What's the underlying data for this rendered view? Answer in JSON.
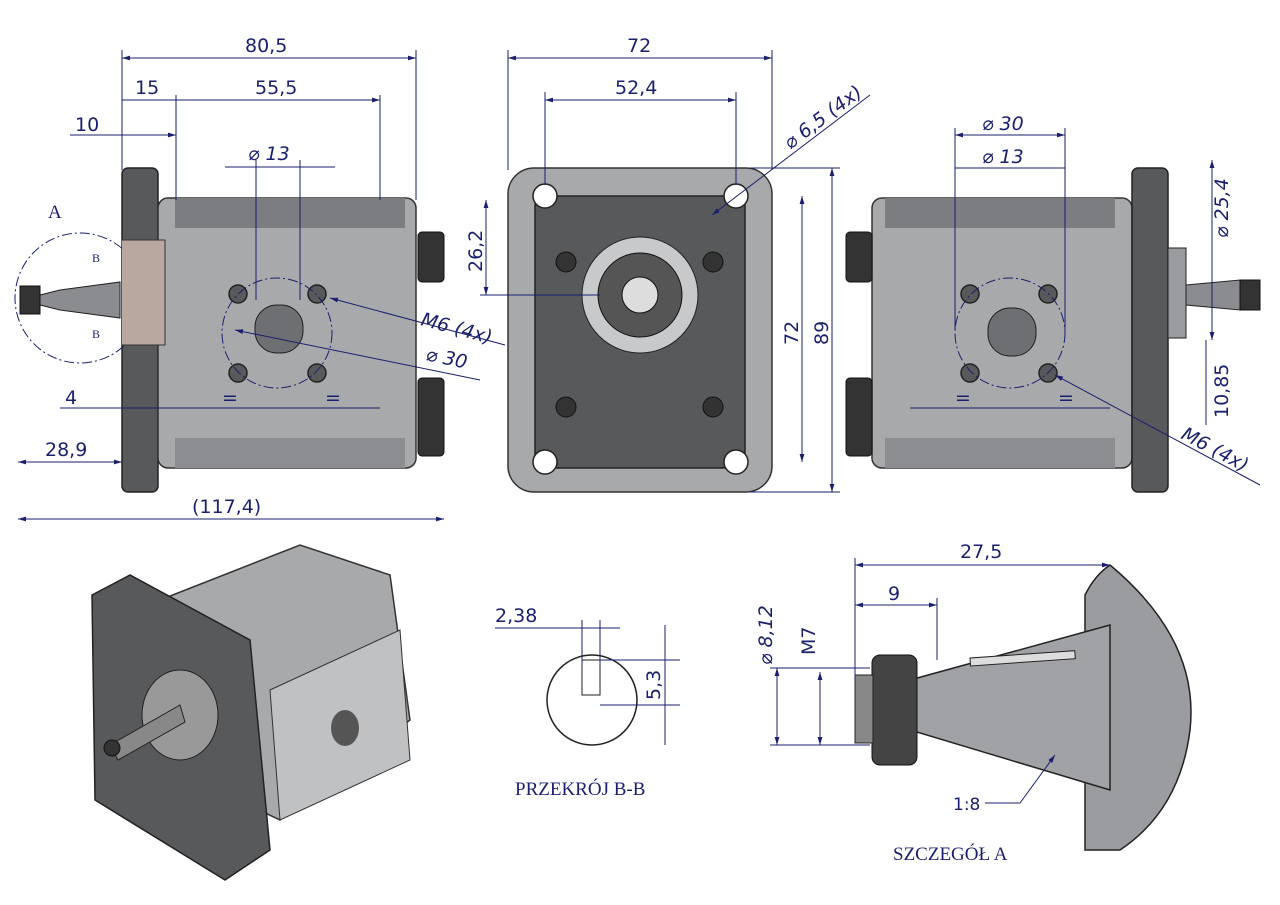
{
  "side_view_left": {
    "dim_overall_flange": "80,5",
    "dim_flange": "15",
    "dim_body": "55,5",
    "dim_pilot": "10",
    "dim_port_dia": "⌀ 13",
    "detail_marker": "A",
    "section_marker_top": "B",
    "section_marker_bottom": "B",
    "dim_thread": "M6  (4x)",
    "dim_port_pcd": "⌀ 30",
    "dim_offset": "4",
    "dim_shaft": "28,9",
    "dim_total": "(117,4)",
    "equal_marks": [
      "=",
      "="
    ]
  },
  "front_view": {
    "dim_width": "72",
    "dim_hole_spacing": "52,4",
    "dim_hole_dia": "⌀ 6,5  (4x)",
    "dim_center": "26,2",
    "dim_hole_spacing_v": "72",
    "dim_height": "89"
  },
  "side_view_right": {
    "dim_port_pcd": "⌀ 30",
    "dim_port_dia": "⌀ 13",
    "dim_pilot_dia": "⌀ 25,4",
    "dim_offset": "10,85",
    "dim_thread": "M6  (4x)",
    "equal_marks": [
      "=",
      "="
    ]
  },
  "section_bb": {
    "dim_key_width": "2,38",
    "dim_key_height": "5,3",
    "caption": "PRZEKRÓJ B-B"
  },
  "detail_a": {
    "dim_length": "27,5",
    "dim_thread_len": "9",
    "dim_shaft_dia": "⌀ 8,12",
    "dim_thread": "M7",
    "dim_taper": "1:8",
    "caption": "SZCZEGÓŁ A"
  }
}
